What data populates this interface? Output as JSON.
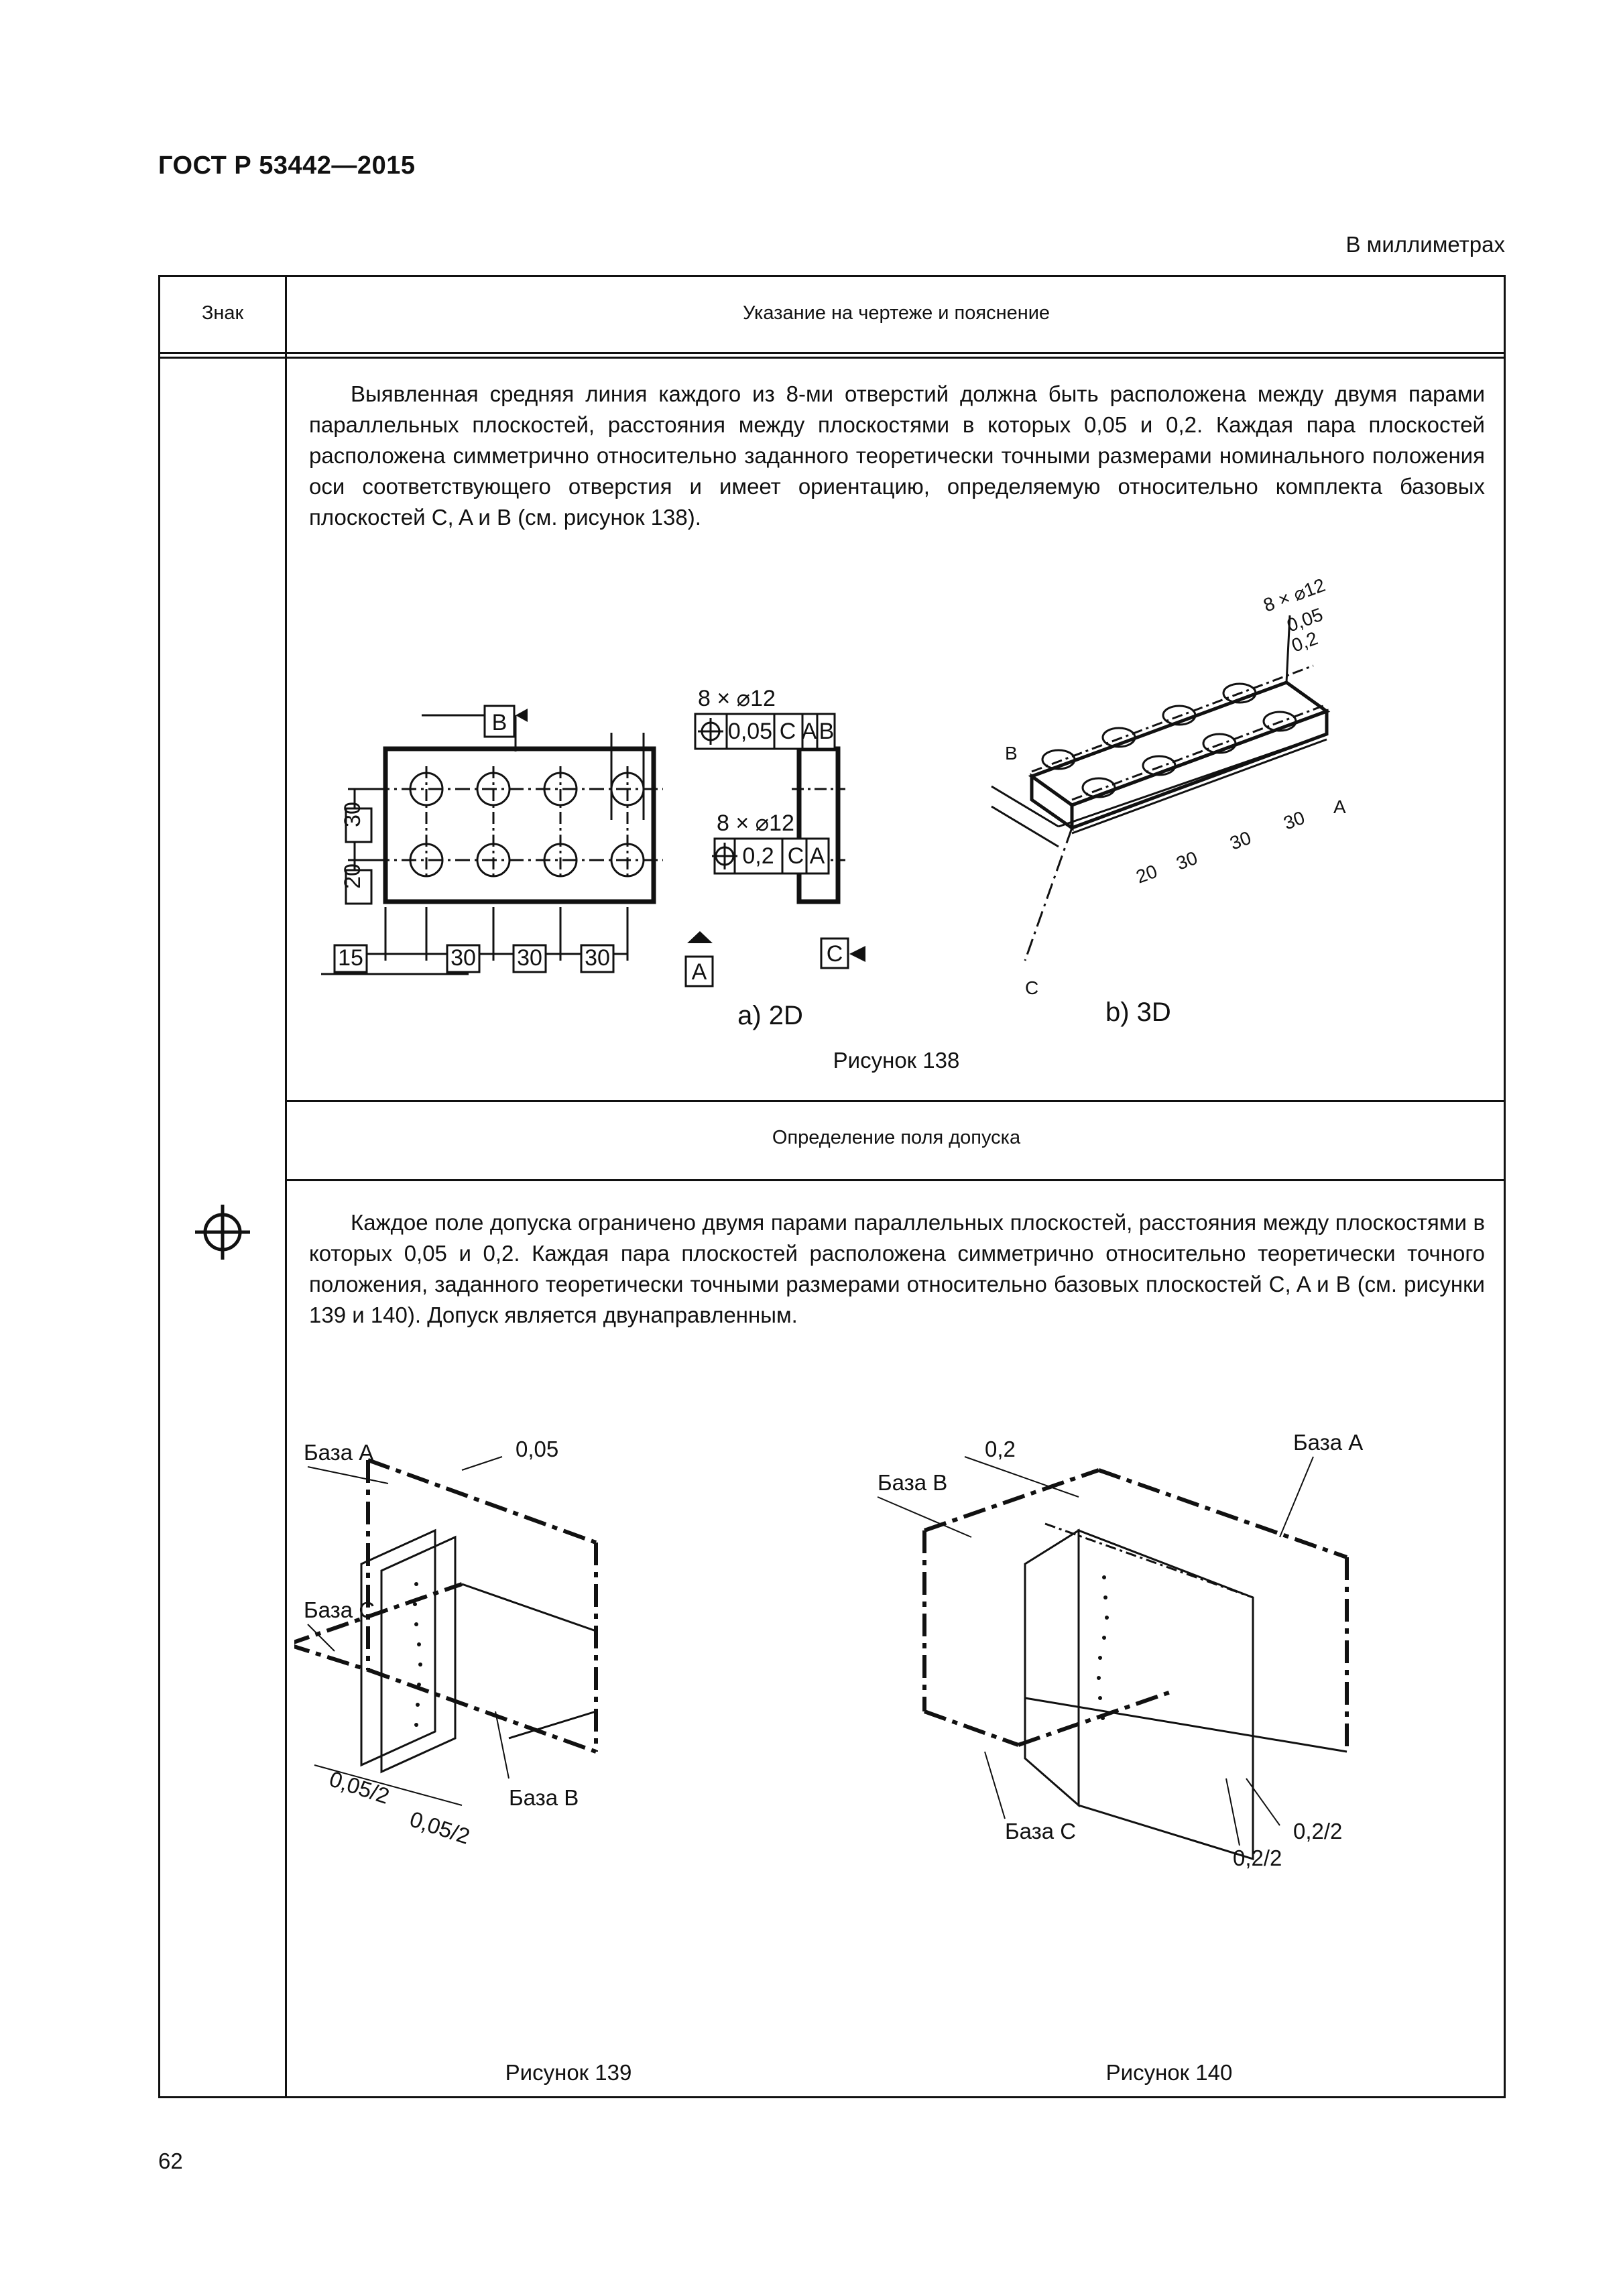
{
  "header": {
    "standard": "ГОСТ Р 53442—2015",
    "units": "В миллиметрах"
  },
  "table": {
    "col_sign": "Знак",
    "col_desc": "Указание на чертеже и пояснение",
    "section_title": "Определение поля допуска"
  },
  "text1": "Выявленная средняя линия каждого из 8-ми отверстий должна быть расположена между двумя парами параллельных плоскостей, расстояния между плоскостями в которых 0,05 и 0,2. Каждая пара плоскостей расположена симметрично относительно заданного теоретически точными размерами номинального положения оси соответствующего отверстия и имеет ориентацию, определяемую относительно комплекта базовых плоскостей C, A и B (см. рисунок 138).",
  "text2": "Каждое поле допуска ограничено двумя парами параллельных плоскостей, расстояния между плоскостями в которых 0,05 и 0,2. Каждая пара плоскостей расположена симметрично относительно теоретически точного положения, заданного теоретически точными размерами относительно базовых плоскостей C, A и B (см. рисунки 139 и 140). Допуск является двунаправленным.",
  "fig138": {
    "caption": "Рисунок 138",
    "label_2d": "a) 2D",
    "label_3d": "b) 3D",
    "hole_note": "8 × ⌀12",
    "tol1": "0,05",
    "tol2": "0,2",
    "datum_a": "A",
    "datum_b": "B",
    "datum_c": "C",
    "dim_15": "15",
    "dim_20": "20",
    "dim_30": "30"
  },
  "fig139": {
    "caption": "Рисунок 139",
    "base_a": "База A",
    "base_b": "База B",
    "base_c": "База C",
    "dim_005": "0,05",
    "dim_half": "0,05/2"
  },
  "fig140": {
    "caption": "Рисунок 140",
    "base_a": "База A",
    "base_b": "База B",
    "base_c": "База C",
    "dim_02": "0,2",
    "dim_half": "0,2/2"
  },
  "page_number": "62",
  "icons": {
    "sign": "position-symbol-icon"
  }
}
